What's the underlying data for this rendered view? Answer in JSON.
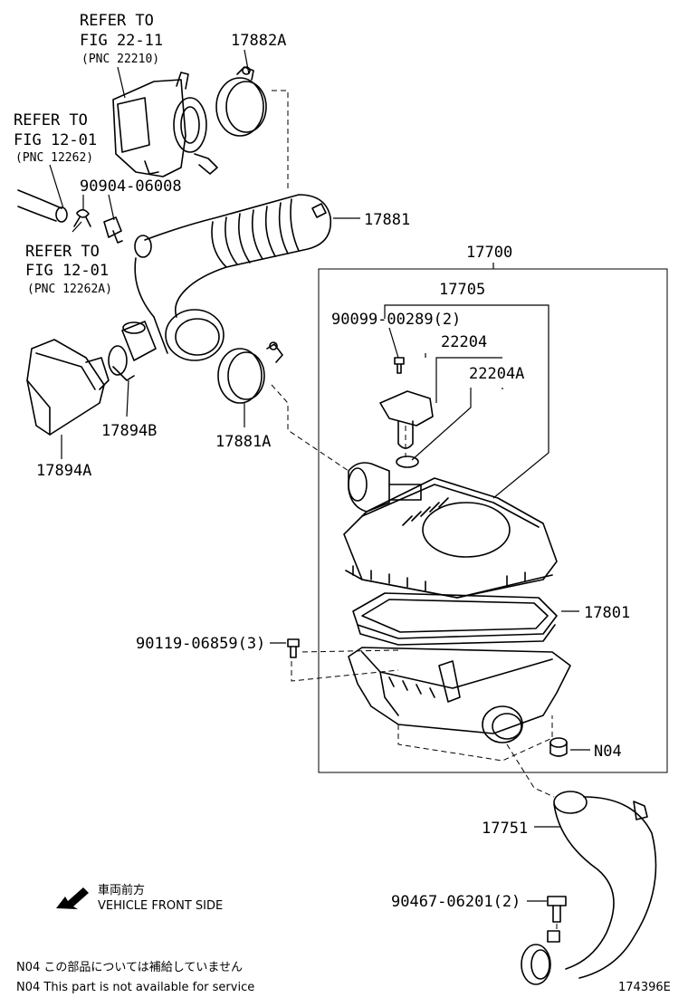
{
  "labels": {
    "refer_fig_22_11": {
      "line1": "REFER TO",
      "line2": "FIG 22-11",
      "line3": "(PNC 22210)"
    },
    "refer_fig_12_01_a": {
      "line1": "REFER TO",
      "line2": "FIG 12-01",
      "line3": "(PNC 12262)"
    },
    "refer_fig_12_01_b": {
      "line1": "REFER TO",
      "line2": "FIG 12-01",
      "line3": "(PNC 12262A)"
    },
    "p17882A": "17882A",
    "p90904": "90904-06008",
    "p17881": "17881",
    "p17700": "17700",
    "p17705": "17705",
    "p90099": "90099-00289(2)",
    "p22204": "22204",
    "p22204A": "22204A",
    "p17894B": "17894B",
    "p17894A": "17894A",
    "p17881A": "17881A",
    "p17801": "17801",
    "p90119": "90119-06859(3)",
    "pN04": "N04",
    "p17751": "17751",
    "p90467": "90467-06201(2)"
  },
  "legend": {
    "direction_jp": "車両前方",
    "direction_en": "VEHICLE FRONT SIDE",
    "note_jp": "N04  この部品については補給していません",
    "note_en": "N04  This part is not available for service"
  },
  "figure_id": "174396E"
}
